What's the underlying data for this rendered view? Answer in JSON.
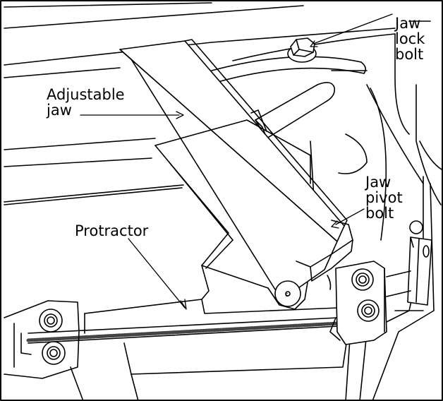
{
  "labels": {
    "jaw_lock_bolt": [
      "Jaw",
      "lock",
      "bolt"
    ],
    "adjustable_jaw": [
      "Adjustable",
      "jaw"
    ],
    "jaw_pivot_bolt": [
      "Jaw",
      "pivot",
      "bolt"
    ],
    "protractor": "Protractor"
  },
  "colors": {
    "line": "#000000",
    "paper": "#ffffff",
    "teeth": "#444444"
  }
}
